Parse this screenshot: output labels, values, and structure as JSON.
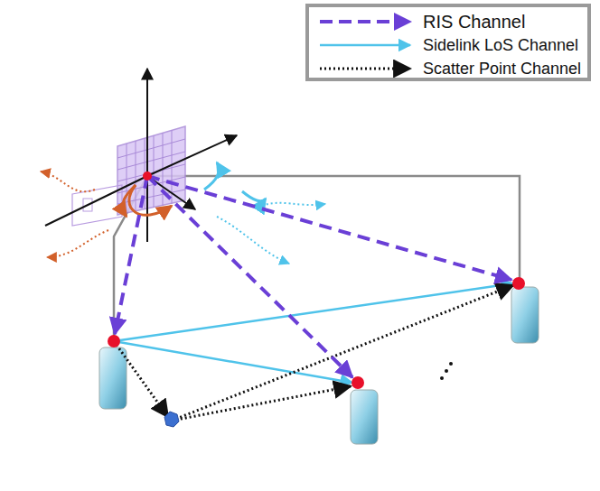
{
  "diagram": {
    "legend": [
      {
        "text": "RIS Channel"
      },
      {
        "text": "Sidelink LoS Channel"
      },
      {
        "text": "Scatter Point Channel"
      }
    ]
  }
}
